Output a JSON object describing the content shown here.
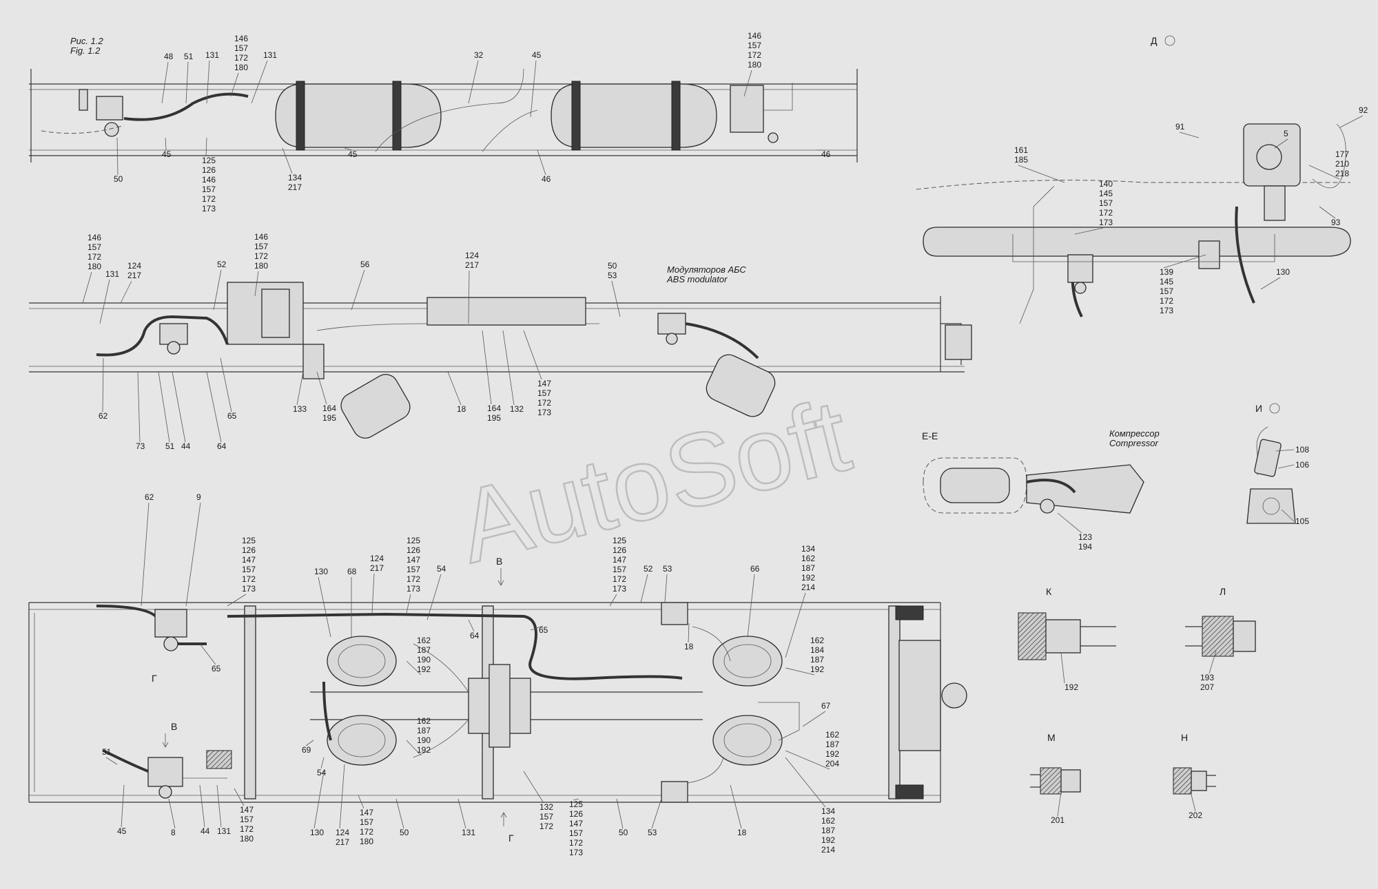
{
  "figure": {
    "caption_ru": "Рис. 1.2",
    "caption_en": "Fig. 1.2"
  },
  "watermark": "AutoSoft",
  "annotations": {
    "abs_modulator_ru": "Модуляторов АБС",
    "abs_modulator_en": "ABS modulator",
    "compressor_ru": "Компрессор",
    "compressor_en": "Compressor"
  },
  "views": {
    "d": "Д",
    "i": "И",
    "ee": "Е-Е",
    "k": "К",
    "l": "Л",
    "m": "М",
    "n": "Н",
    "v_top": "В",
    "v_left": "В",
    "g_left": "Г",
    "g_bottom": "Г"
  },
  "detail_labels": {
    "k": "192",
    "l_1": "193",
    "l_2": "207",
    "m": "201",
    "n": "202",
    "compressor_1": "123",
    "compressor_2": "194",
    "i_1": "108",
    "i_2": "106",
    "i_3": "105"
  },
  "callouts": [
    {
      "id": "c1",
      "lines": [
        "48"
      ]
    },
    {
      "id": "c2",
      "lines": [
        "51"
      ]
    },
    {
      "id": "c3",
      "lines": [
        "131"
      ]
    },
    {
      "id": "c4",
      "lines": [
        "146",
        "157",
        "172",
        "180"
      ]
    },
    {
      "id": "c5",
      "lines": [
        "131"
      ]
    },
    {
      "id": "c6",
      "lines": [
        "32"
      ]
    },
    {
      "id": "c7",
      "lines": [
        "45"
      ]
    },
    {
      "id": "c8",
      "lines": [
        "146",
        "157",
        "172",
        "180"
      ]
    },
    {
      "id": "c9",
      "lines": [
        "50"
      ]
    },
    {
      "id": "c10",
      "lines": [
        "45"
      ]
    },
    {
      "id": "c11",
      "lines": [
        "125",
        "126",
        "146",
        "157",
        "172",
        "173"
      ]
    },
    {
      "id": "c12",
      "lines": [
        "134",
        "217"
      ]
    },
    {
      "id": "c13",
      "lines": [
        "45"
      ]
    },
    {
      "id": "c14",
      "lines": [
        "46"
      ]
    },
    {
      "id": "c15",
      "lines": [
        "46"
      ]
    },
    {
      "id": "c16",
      "lines": [
        "92"
      ]
    },
    {
      "id": "c17",
      "lines": [
        "91"
      ]
    },
    {
      "id": "c18",
      "lines": [
        "5"
      ]
    },
    {
      "id": "c19",
      "lines": [
        "177",
        "210",
        "218"
      ]
    },
    {
      "id": "c20",
      "lines": [
        "161",
        "185"
      ]
    },
    {
      "id": "c21",
      "lines": [
        "140",
        "145",
        "157",
        "172",
        "173"
      ]
    },
    {
      "id": "c22",
      "lines": [
        "93"
      ]
    },
    {
      "id": "c23",
      "lines": [
        "139",
        "145",
        "157",
        "172",
        "173"
      ]
    },
    {
      "id": "c24",
      "lines": [
        "130"
      ]
    },
    {
      "id": "c25",
      "lines": [
        "146",
        "157",
        "172",
        "180"
      ]
    },
    {
      "id": "c26",
      "lines": [
        "124",
        "217"
      ]
    },
    {
      "id": "c27",
      "lines": [
        "131"
      ]
    },
    {
      "id": "c28",
      "lines": [
        "52"
      ]
    },
    {
      "id": "c29",
      "lines": [
        "146",
        "157",
        "172",
        "180"
      ]
    },
    {
      "id": "c30",
      "lines": [
        "56"
      ]
    },
    {
      "id": "c31",
      "lines": [
        "124",
        "217"
      ]
    },
    {
      "id": "c32",
      "lines": [
        "50",
        "53"
      ]
    },
    {
      "id": "c33",
      "lines": [
        "62"
      ]
    },
    {
      "id": "c34",
      "lines": [
        "65"
      ]
    },
    {
      "id": "c35",
      "lines": [
        "133"
      ]
    },
    {
      "id": "c36",
      "lines": [
        "164",
        "195"
      ]
    },
    {
      "id": "c37",
      "lines": [
        "18"
      ]
    },
    {
      "id": "c38",
      "lines": [
        "164",
        "195"
      ]
    },
    {
      "id": "c39",
      "lines": [
        "132"
      ]
    },
    {
      "id": "c40",
      "lines": [
        "147",
        "157",
        "172",
        "173"
      ]
    },
    {
      "id": "c41",
      "lines": [
        "73"
      ]
    },
    {
      "id": "c42",
      "lines": [
        "51"
      ]
    },
    {
      "id": "c43",
      "lines": [
        "44"
      ]
    },
    {
      "id": "c44",
      "lines": [
        "64"
      ]
    },
    {
      "id": "c45",
      "lines": [
        "62"
      ]
    },
    {
      "id": "c46",
      "lines": [
        "9"
      ]
    },
    {
      "id": "c47",
      "lines": [
        "125",
        "126",
        "147",
        "157",
        "172",
        "173"
      ]
    },
    {
      "id": "c48",
      "lines": [
        "130"
      ]
    },
    {
      "id": "c49",
      "lines": [
        "68"
      ]
    },
    {
      "id": "c50",
      "lines": [
        "124",
        "217"
      ]
    },
    {
      "id": "c51",
      "lines": [
        "125",
        "126",
        "147",
        "157",
        "172",
        "173"
      ]
    },
    {
      "id": "c52",
      "lines": [
        "54"
      ]
    },
    {
      "id": "c53",
      "lines": [
        "125",
        "126",
        "147",
        "157",
        "172",
        "173"
      ]
    },
    {
      "id": "c54",
      "lines": [
        "52"
      ]
    },
    {
      "id": "c55",
      "lines": [
        "53"
      ]
    },
    {
      "id": "c56",
      "lines": [
        "66"
      ]
    },
    {
      "id": "c57",
      "lines": [
        "134",
        "162",
        "187",
        "192",
        "214"
      ]
    },
    {
      "id": "c58",
      "lines": [
        "64"
      ]
    },
    {
      "id": "c59",
      "lines": [
        "65"
      ]
    },
    {
      "id": "c60",
      "lines": [
        "18"
      ]
    },
    {
      "id": "c61",
      "lines": [
        "162",
        "187",
        "190",
        "192"
      ]
    },
    {
      "id": "c62",
      "lines": [
        "162",
        "184",
        "187",
        "192"
      ]
    },
    {
      "id": "c63",
      "lines": [
        "65"
      ]
    },
    {
      "id": "c64",
      "lines": [
        "67"
      ]
    },
    {
      "id": "c65",
      "lines": [
        "162",
        "187",
        "190",
        "192"
      ]
    },
    {
      "id": "c66",
      "lines": [
        "162",
        "187",
        "192",
        "204"
      ]
    },
    {
      "id": "c67",
      "lines": [
        "51"
      ]
    },
    {
      "id": "c68",
      "lines": [
        "69"
      ]
    },
    {
      "id": "c69",
      "lines": [
        "54"
      ]
    },
    {
      "id": "c70",
      "lines": [
        "45"
      ]
    },
    {
      "id": "c71",
      "lines": [
        "8"
      ]
    },
    {
      "id": "c72",
      "lines": [
        "44"
      ]
    },
    {
      "id": "c73",
      "lines": [
        "131"
      ]
    },
    {
      "id": "c74",
      "lines": [
        "147",
        "157",
        "172",
        "180"
      ]
    },
    {
      "id": "c75",
      "lines": [
        "130"
      ]
    },
    {
      "id": "c76",
      "lines": [
        "124",
        "217"
      ]
    },
    {
      "id": "c77",
      "lines": [
        "147",
        "157",
        "172",
        "180"
      ]
    },
    {
      "id": "c78",
      "lines": [
        "50"
      ]
    },
    {
      "id": "c79",
      "lines": [
        "131"
      ]
    },
    {
      "id": "c80",
      "lines": [
        "132",
        "157",
        "172"
      ]
    },
    {
      "id": "c81",
      "lines": [
        "125",
        "126",
        "147",
        "157",
        "172",
        "173"
      ]
    },
    {
      "id": "c82",
      "lines": [
        "50"
      ]
    },
    {
      "id": "c83",
      "lines": [
        "53"
      ]
    },
    {
      "id": "c84",
      "lines": [
        "18"
      ]
    },
    {
      "id": "c85",
      "lines": [
        "134",
        "162",
        "187",
        "192",
        "214"
      ]
    }
  ]
}
